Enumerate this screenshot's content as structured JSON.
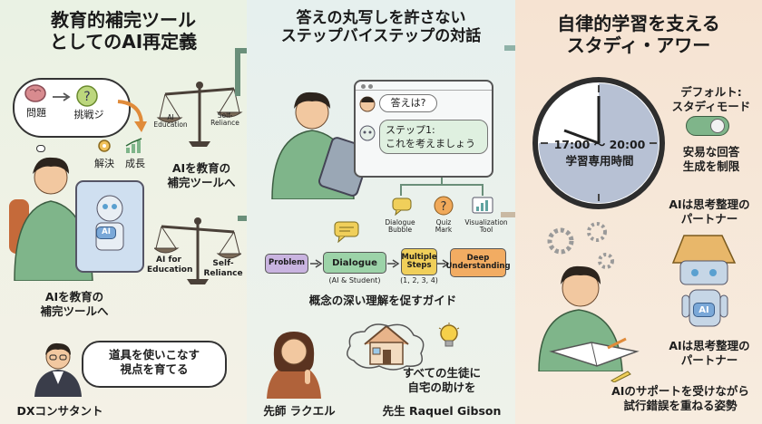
{
  "panel1": {
    "title_line1": "教育的補完ツール",
    "title_line2": "としてのAI再定義",
    "thought": {
      "problem": "問題",
      "challenge": "挑戦ジ",
      "solve": "解決",
      "growth": "成長"
    },
    "scale1": {
      "left": "AI Education",
      "right": "Self-Reliance"
    },
    "scale1_caption_line1": "AIを教育の",
    "scale1_caption_line2": "補完ツールへ",
    "scale2": {
      "left": "AI for Education",
      "right": "Self-Reliance"
    },
    "robot_badge": "AI",
    "student_caption_line1": "AIを教育の",
    "student_caption_line2": "補完ツールへ",
    "consultant_speech_line1": "道具を使いこなす",
    "consultant_speech_line2": "視点を育てる",
    "consultant_label": "DXコンサタント"
  },
  "panel2": {
    "title_line1": "答えの丸写しを許さない",
    "title_line2": "ステップバイステップの対話",
    "chat": {
      "msg1": "答えは?",
      "msg2_line1": "ステップ1:",
      "msg2_line2": "これを考えましょう"
    },
    "tools": {
      "dialogue": "Dialogue Bubble",
      "quiz": "Quiz Mark",
      "visual": "Visualization Tool"
    },
    "flow": {
      "problem": "Problem",
      "dialogue": "Dialogue",
      "dialogue_sub": "(AI & Student)",
      "steps": "Multiple Steps",
      "steps_sub": "(1, 2, 3, 4)",
      "deep": "Deep Understanding"
    },
    "flow_caption": "概念の深い理解を促すガイド",
    "teacher_speech_line1": "すべての生徒に",
    "teacher_speech_line2": "自宅の助けを",
    "teacher_label": "先師 ラクエル",
    "teacher_label2": "先生 Raquel Gibson"
  },
  "panel3": {
    "title_line1": "自律的学習を支える",
    "title_line2": "スタディ・アワー",
    "clock_time": "17:00 ～ 20:00",
    "clock_label": "学習専用時間",
    "default_line1": "デフォルト:",
    "default_line2": "スタディモード",
    "restrict_line1": "安易な回答",
    "restrict_line2": "生成を制限",
    "partner1_line1": "AIは思考整理の",
    "partner1_line2": "パートナー",
    "lamp_badge": "AI",
    "partner2_line1": "AIは思考整理の",
    "partner2_line2": "パートナー",
    "bottom_line1": "AIのサポートを受けながら",
    "bottom_line2": "試行錯誤を重ねる姿勢"
  },
  "colors": {
    "green": "#7fb58a",
    "teal": "#5fa3a0",
    "orange": "#e7a55c",
    "purple": "#b9a1d4",
    "yellow": "#f0cf5a"
  }
}
